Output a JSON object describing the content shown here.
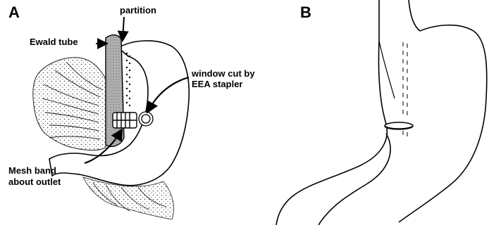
{
  "panels": {
    "a": {
      "letter": "A"
    },
    "b": {
      "letter": "B"
    }
  },
  "labels": {
    "partition": "partition",
    "ewald_tube": "Ewald tube",
    "window_line1": "window cut by",
    "window_line2": "EEA stapler",
    "mesh_line1": "Mesh band",
    "mesh_line2": "about outlet"
  },
  "colors": {
    "ink": "#000000",
    "tube_fill": "#9a9a9a",
    "stomach_fill": "#ffffff"
  }
}
